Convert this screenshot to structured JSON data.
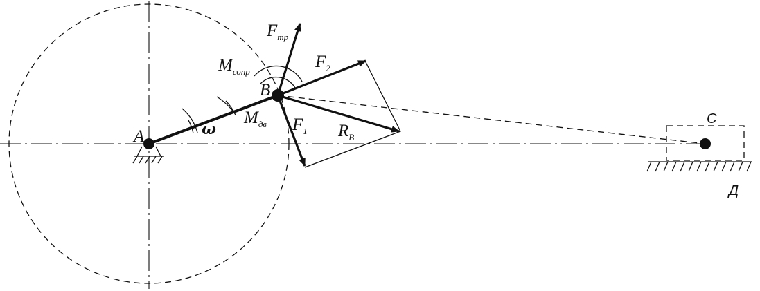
{
  "points": {
    "a": "A",
    "b": "B",
    "c": "C",
    "d": "Д"
  },
  "forces": {
    "f_tr": {
      "main": "F",
      "sub": "тр"
    },
    "f_2": {
      "main": "F",
      "sub": "2"
    },
    "f_1": {
      "main": "F",
      "sub": "1"
    },
    "r_b": {
      "main": "R",
      "sub": "B"
    }
  },
  "moments": {
    "m_sopr": {
      "main": "M",
      "sub": "сопр"
    },
    "m_dv": {
      "main": "M",
      "sub": "дв"
    }
  },
  "angular_velocity": "ω"
}
